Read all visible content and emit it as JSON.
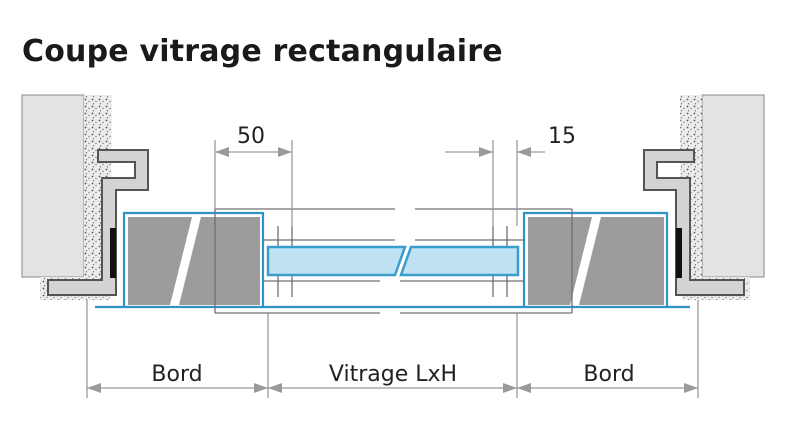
{
  "title": "Coupe vitrage rectangulaire",
  "dimensions": {
    "top_left": "50",
    "top_right": "15",
    "bottom_left": "Bord",
    "bottom_center": "Vitrage LxH",
    "bottom_right": "Bord"
  }
}
